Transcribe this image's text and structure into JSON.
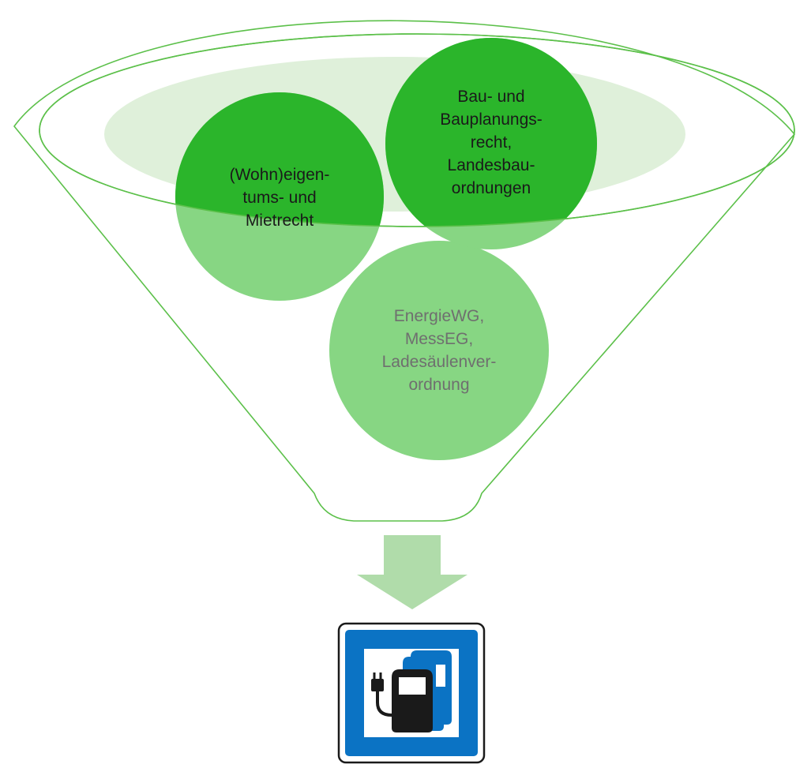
{
  "diagram": {
    "circles": [
      {
        "id": "wohneigentum",
        "lines": [
          "(Wohn)eigen-",
          "tums- und",
          "Mietrecht"
        ]
      },
      {
        "id": "baurecht",
        "lines": [
          "Bau- und",
          "Bauplanungs-",
          "recht,",
          "Landesbau-",
          "ordnungen"
        ]
      },
      {
        "id": "energie",
        "lines": [
          "EnergieWG,",
          "MessEG,",
          "Ladesäulenver-",
          "ordnung"
        ]
      }
    ],
    "colors": {
      "funnel_outline": "#5cc04a",
      "inner_ellipse_fill": "#dff0da",
      "circle_dark": "#2bb52b",
      "circle_light": "#87d683",
      "arrow": "#b0dcaa",
      "sign_blue": "#0b73c4",
      "sign_border": "#1a1a1a"
    },
    "icons": [
      "funnel-shape",
      "down-arrow-icon",
      "ev-charging-station-sign-icon"
    ]
  }
}
